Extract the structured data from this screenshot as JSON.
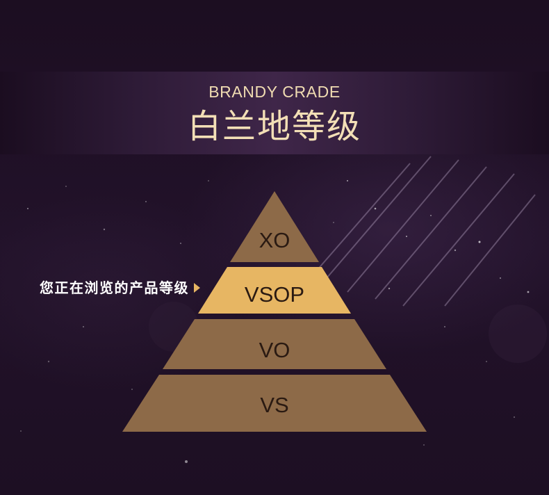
{
  "header": {
    "subtitle_en": "BRANDY CRADE",
    "title": "白兰地等级"
  },
  "pointer": {
    "label": "您正在浏览的产品等级",
    "icon": "triangle-right-icon"
  },
  "pyramid": {
    "tiers": [
      {
        "label": "XO",
        "current": false
      },
      {
        "label": "VSOP",
        "current": true
      },
      {
        "label": "VO",
        "current": false
      },
      {
        "label": "VS",
        "current": false
      }
    ]
  },
  "colors": {
    "background": "#1d0f22",
    "header_text": "#f3dfb6",
    "tier_fill": "#8d6a48",
    "current_tier_fill": "#e7b663",
    "tier_text": "#2a1a12",
    "pointer_label": "#ffffff",
    "pointer_icon": "#e7b663"
  }
}
